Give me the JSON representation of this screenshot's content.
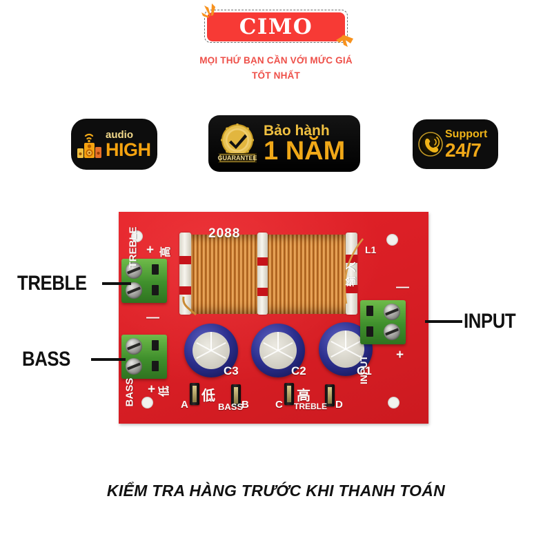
{
  "header": {
    "brand_banner": {
      "title": "CIMO",
      "banner_color": "#f73a35",
      "ribbon_color": "#f7921e",
      "dash_border_color": "#6b6b6b",
      "ribbon_top_left_icon": "ribbon-bow-icon",
      "ribbon_bottom_right_icon": "ribbon-bow-icon"
    },
    "tagline_line1": "MỌI THỨ BẠN CẦN VỚI MỨC GIÁ",
    "tagline_line2": "TỐT NHẤT",
    "tagline_color": "#ee4f48"
  },
  "badges": [
    {
      "id": "audio-high",
      "icon": "speaker-signal-icon",
      "line1": "audio",
      "line2": "HIGH",
      "bg_color": "#0d0d0d",
      "line1_color": "#f2d98b",
      "line2_color": "#f5a310"
    },
    {
      "id": "warranty",
      "icon": "guarantee-seal-check-icon",
      "seal_ribbon_text": "GUARANTEE",
      "line1": "Bảo hành",
      "line2": "1 NĂM",
      "bg_color": "#000000",
      "line1_color": "#f0c040",
      "line2_color": "#f0a818"
    },
    {
      "id": "support",
      "icon": "phone-ringing-icon",
      "line1": "Support",
      "line2": "24/7",
      "bg_color": "#0d0d0d",
      "line1_color": "#f0b418",
      "line2_color": "#f0a818"
    }
  ],
  "product": {
    "name": "2-way crossover filter board",
    "board_color": "#d91f26",
    "silkscreen": {
      "part_number": "2088",
      "inductor_ref": "L1",
      "treble_vertical": "TREBLE",
      "bass_vertical": "BASS",
      "input_vertical": "INPUT",
      "cn_high_vertical": "高",
      "cn_low_vertical": "低",
      "cn_input_vertical": "输入",
      "plus_treble": "+",
      "minus_treble": "—",
      "plus_bass": "+",
      "minus_input": "—",
      "plus_input": "+",
      "cap_c1": "C1",
      "cap_c2": "C2",
      "cap_c3": "C3",
      "jumper_a": "A",
      "jumper_b": "B",
      "jumper_c": "C",
      "jumper_d": "D",
      "jumper_group_bass": "BASS",
      "jumper_group_treble": "TREBLE",
      "jumper_group_cn_low": "低",
      "jumper_group_cn_high": "高"
    },
    "components": {
      "terminal_blocks": [
        "treble-terminal-block",
        "bass-terminal-block",
        "input-terminal-block"
      ],
      "capacitors": [
        "C3",
        "C2",
        "C1"
      ],
      "inductor": "air-core-coil",
      "jumpers": [
        "A",
        "B",
        "C",
        "D"
      ],
      "mounting_holes": 4
    }
  },
  "callouts": [
    {
      "label": "TREBLE",
      "points_to": "treble-terminal-block"
    },
    {
      "label": "BASS",
      "points_to": "bass-terminal-block"
    },
    {
      "label": "INPUT",
      "points_to": "input-terminal-block"
    }
  ],
  "footer": {
    "text": "KIỂM TRA HÀNG TRƯỚC KHI THANH TOÁN"
  }
}
